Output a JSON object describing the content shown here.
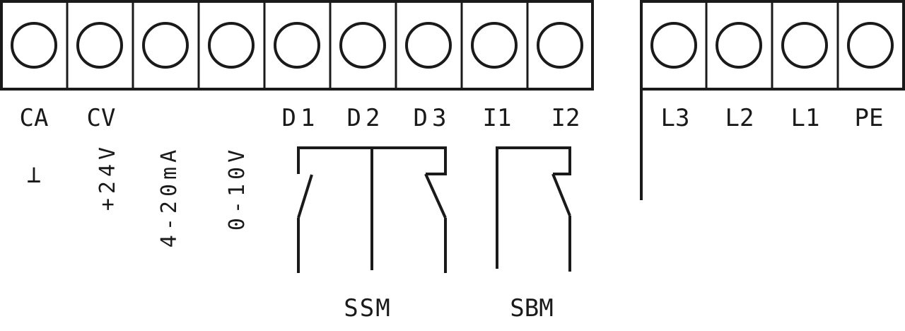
{
  "terminal_strip_left": {
    "terminals": [
      {
        "label": "CA",
        "sub_label": ""
      },
      {
        "label": "CV",
        "sub_label": "+24V"
      },
      {
        "label": "",
        "sub_label": "4-20mA"
      },
      {
        "label": "",
        "sub_label": "0-10V"
      },
      {
        "label": "D1",
        "sub_label": ""
      },
      {
        "label": "D2",
        "sub_label": ""
      },
      {
        "label": "D3",
        "sub_label": ""
      },
      {
        "label": "I1",
        "sub_label": ""
      },
      {
        "label": "I2",
        "sub_label": ""
      }
    ]
  },
  "terminal_strip_right": {
    "terminals": [
      {
        "label": "L3"
      },
      {
        "label": "L2"
      },
      {
        "label": "L1"
      },
      {
        "label": "PE"
      }
    ]
  },
  "ground_symbol": "⊥",
  "relays": {
    "ssm_label": "SSM",
    "sbm_label": "SBM"
  }
}
